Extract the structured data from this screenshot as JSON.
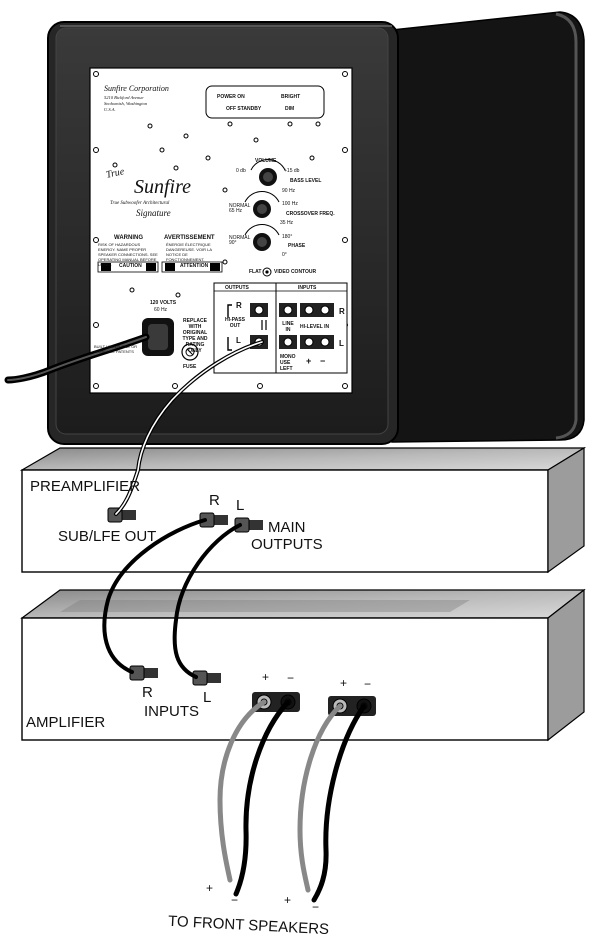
{
  "panel": {
    "company": "Sunfire Corporation",
    "address_1": "5210 Bickford Avenue",
    "address_2": "Snohomish, Washington",
    "address_3": "U.S.A.",
    "script_logo": "True",
    "brand": "Sunfire",
    "tagline": "True Subwoofer Architectural",
    "model": "Signature",
    "power_on": "POWER ON",
    "bright": "BRIGHT",
    "off_standby": "OFF STANDBY",
    "dim": "DIM",
    "volume": "VOLUME",
    "vol_min": "0 db",
    "vol_max": "+15 db",
    "bass_level": "BASS LEVEL",
    "bass_val": "90 Hz",
    "crossover_normal": "NORMAL 65 Hz",
    "crossover_max": "100 Hz",
    "crossover_min": "35 Hz",
    "crossover": "CROSSOVER FREQ.",
    "phase_normal": "NORMAL 90°",
    "phase_max": "180°",
    "phase_min": "0°",
    "phase": "PHASE",
    "flat": "FLAT",
    "video_contour": "VIDEO CONTOUR",
    "warning": "WARNING",
    "warning_text": "RISK OF HAZARDOUS ENERGY. NAME PROPER SPEAKER CONNECTIONS. SEE OPERATING MANUAL BEFORE USING.",
    "avertissement": "AVERTISSEMENT",
    "avert_text": "ÉNERGIE ÉLECTRIQUE DANGEREUSE. VOIR LA NOTICE DE FONCTIONNEMENT.",
    "caution": "CAUTION",
    "attention": "ATTENTION",
    "volts": "120 VOLTS",
    "hz": "60 Hz",
    "replace": "REPLACE WITH ORIGINAL TYPE AND RATING ONLY",
    "fuse": "FUSE",
    "built_under": "BUILT UNDER ONE OR MORE U.S. PATENTS",
    "outputs": "OUTPUTS",
    "inputs": "INPUTS",
    "r": "R",
    "l": "L",
    "hi_pass_out": "HI-PASS OUT",
    "line_in": "LINE IN",
    "hi_level_in": "HI-LEVEL IN",
    "mono_use_left": "MONO USE LEFT",
    "plus": "+",
    "minus": "−"
  },
  "preamplifier": {
    "title": "PREAMPLIFIER",
    "sub_out": "SUB/LFE OUT",
    "r": "R",
    "l": "L",
    "main_outputs_1": "MAIN",
    "main_outputs_2": "OUTPUTS"
  },
  "amplifier": {
    "title": "AMPLIFIER",
    "r": "R",
    "l": "L",
    "inputs": "INPUTS",
    "plus": "+",
    "minus": "−"
  },
  "speakers": {
    "caption": "TO FRONT SPEAKERS",
    "plus": "+",
    "minus": "−"
  }
}
